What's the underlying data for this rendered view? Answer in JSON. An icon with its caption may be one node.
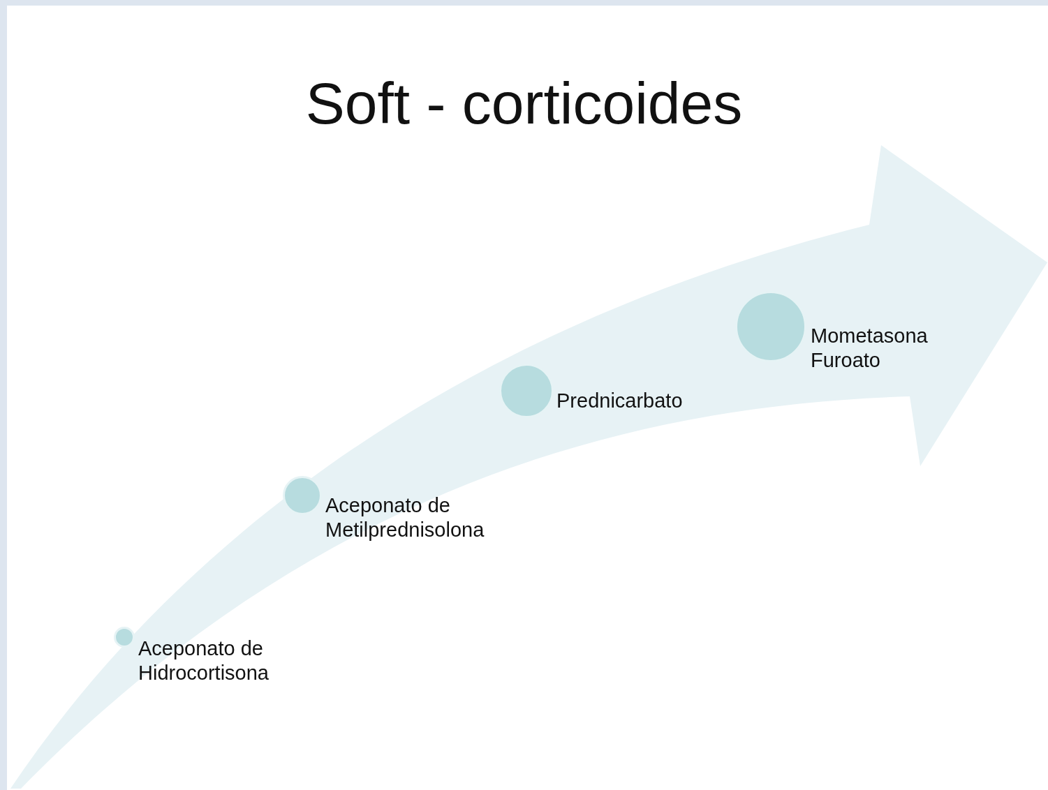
{
  "diagram": {
    "title": "Soft - corticoides",
    "nodes": [
      {
        "text": [],
        "shape": "arrow"
      },
      {
        "text": [],
        "shape": "circle",
        "in": 0,
        "beside": [
          "Aceponato de Hidrocortisona"
        ]
      },
      {
        "text": [],
        "shape": "circle",
        "in": 0,
        "beside": [
          "Aceponato de Metilprednisolona"
        ]
      },
      {
        "text": [],
        "shape": "circle",
        "in": 0,
        "beside": [
          "Prednicarbato"
        ]
      },
      {
        "text": [],
        "shape": "circle",
        "in": 0,
        "beside": [
          "Mometasona Furoato"
        ]
      }
    ],
    "edges": []
  }
}
